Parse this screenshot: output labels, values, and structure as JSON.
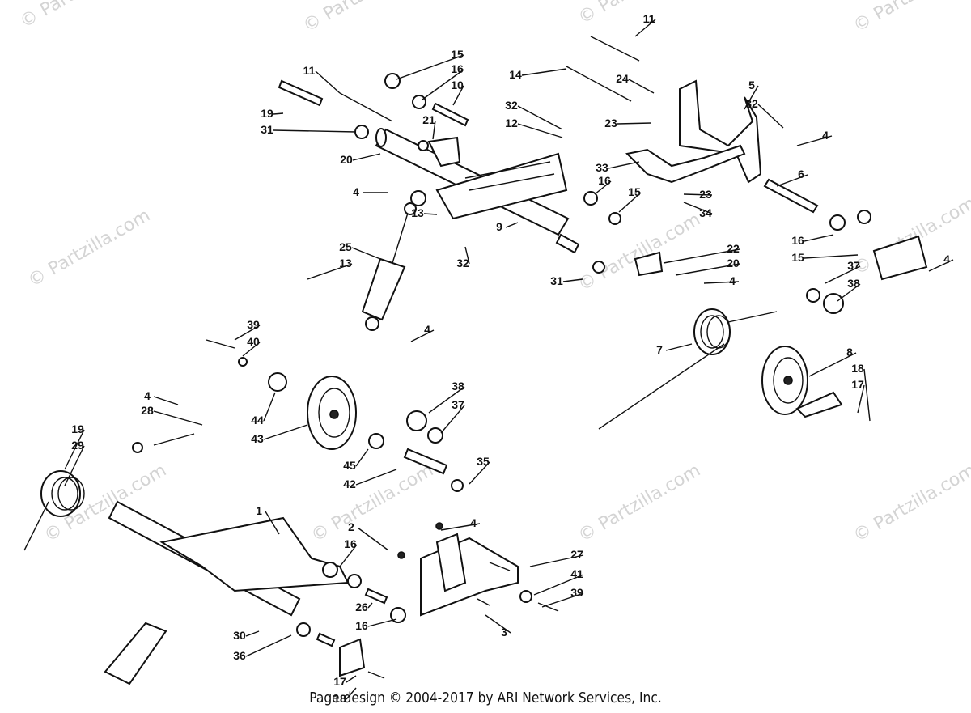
{
  "footer": "Page design © 2004-2017 by ARI Network Services, Inc.",
  "watermark": "© Partzilla.com",
  "callouts": [
    "11",
    "15",
    "16",
    "10",
    "11",
    "14",
    "24",
    "5",
    "32",
    "19",
    "31",
    "21",
    "32",
    "12",
    "23",
    "4",
    "20",
    "33",
    "6",
    "4",
    "16",
    "15",
    "23",
    "34",
    "13",
    "9",
    "32",
    "25",
    "13",
    "22",
    "20",
    "4",
    "31",
    "16",
    "15",
    "37",
    "38",
    "4",
    "4",
    "39",
    "40",
    "7",
    "8",
    "18",
    "17",
    "38",
    "37",
    "44",
    "43",
    "45",
    "35",
    "42",
    "4",
    "28",
    "19",
    "29",
    "1",
    "2",
    "4",
    "16",
    "27",
    "41",
    "39",
    "26",
    "16",
    "3",
    "30",
    "36",
    "17",
    "18"
  ],
  "colors": {
    "ink": "#111111",
    "watermark": "#d4d4d4",
    "background": "#ffffff"
  }
}
